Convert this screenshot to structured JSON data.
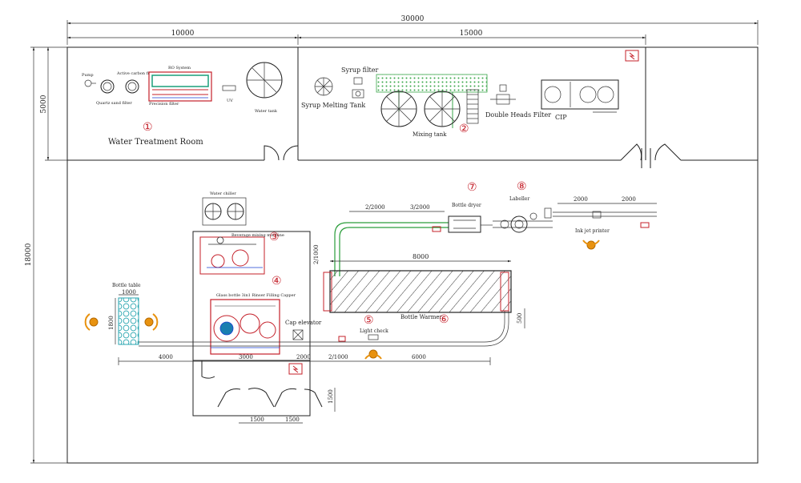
{
  "dimensions": {
    "total_width": "30000",
    "left_width": "10000",
    "right_width": "15000",
    "top_height": "5000",
    "total_height": "18000",
    "d_2_2000": "2/2000",
    "d_3_2000": "3/2000",
    "d_2_1000_vert": "2/1000",
    "d_8000": "8000",
    "d_2000_a": "2000",
    "d_2000_b": "2000",
    "d_1000": "1000",
    "d_1800": "1800",
    "d_4000": "4000",
    "d_3000": "3000",
    "d_2000_c": "2000",
    "d_2_1000": "2/1000",
    "d_6000": "6000",
    "d_500": "500",
    "d_1500_v": "1500",
    "d_1500_a": "1500",
    "d_1500_b": "1500"
  },
  "rooms": {
    "water_treatment": {
      "number": "①",
      "label": "Water Treatment Room"
    },
    "syrup_area": {
      "number": "②"
    }
  },
  "equipment": {
    "pump": "Pump",
    "active_carbon_filter": "Active carbon filter",
    "ro_system": "RO System",
    "quartz_sand_filter": "Quartz sand filter",
    "precision_filter": "Precision filter",
    "uv": "UV",
    "water_tank": "Water tank",
    "syrup_filter": "Syrup filter",
    "syrup_melting_tank": "Syrup Melting Tank",
    "mixing_tank": "Mixing tank",
    "double_heads_filter": "Double Heads Filter",
    "cip": "CIP",
    "water_chiller": "Water chiller",
    "beverage_mixing_machine": {
      "label": "Beverage mixing machine",
      "number": "③"
    },
    "filling": {
      "label": "Glass bottle 3in1 Rinser Filling Capper",
      "number": "④"
    },
    "cap_elevator": "Cap elevator",
    "bottle_table": "Bottle table",
    "light_check": {
      "label": "Light check",
      "number": "⑤"
    },
    "bottle_warmer": {
      "label": "Bottle Warmer",
      "number": "⑥"
    },
    "bottle_dryer": {
      "label": "Bottle dryer",
      "number": "⑦"
    },
    "labeller": {
      "label": "Labeller",
      "number": "⑧"
    },
    "ink_jet_printer": "Ink jet printer"
  },
  "colors": {
    "line": "#222222",
    "pipe_green": "#2a9d3a",
    "equipment_red": "#c4202a",
    "equipment_blue": "#1a3fd0",
    "hatch_green": "#3aa64a",
    "operator_orange": "#e8920f",
    "table_cyan": "#48c0c8"
  }
}
